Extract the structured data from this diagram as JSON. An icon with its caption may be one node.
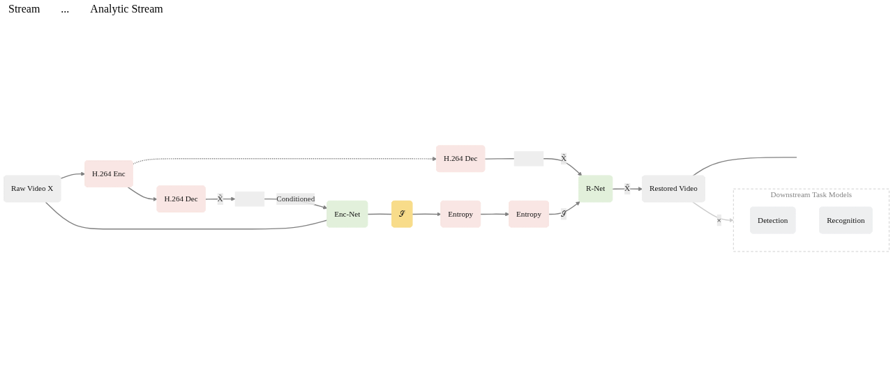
{
  "diagram": {
    "nodes": [
      {
        "text": [
          "Raw Video X"
        ]
      },
      {
        "text": [
          "H.264 Enc"
        ]
      },
      {
        "text": [
          "H.264 Dec"
        ]
      },
      {
        "text": [],
        "shape": "box"
      },
      {
        "text": [
          "Enc-Net"
        ]
      },
      {
        "text": [
          "𝒮"
        ]
      },
      {
        "text": [
          "Entropy"
        ]
      },
      {
        "text": [
          "H.264 Dec"
        ]
      },
      {
        "text": [],
        "shape": "box"
      },
      {
        "text": [
          "R-Net"
        ]
      },
      {
        "text": [
          "Entropy"
        ]
      },
      {
        "text": [
          "Restored Video"
        ]
      },
      {
        "text": [
          "Downstream Task Models"
        ]
      },
      {
        "text": [
          "Detection"
        ],
        "in": 12
      },
      {
        "text": [
          "Recognition"
        ],
        "in": 12
      }
    ],
    "edges": [
      {
        "from": 0,
        "to": 1,
        "arrow": "to"
      },
      {
        "from": 1,
        "to": 2,
        "arrow": "to"
      },
      {
        "from": 2,
        "to": 3,
        "arrow": "to",
        "label": "X̃"
      },
      {
        "from": 3,
        "to": 4,
        "arrow": "to",
        "label": "Conditioned"
      },
      {
        "from": 0,
        "to": 4,
        "arrow": "none"
      },
      {
        "from": 4,
        "to": 5,
        "arrow": "none"
      },
      {
        "from": 5,
        "to": 6,
        "arrow": "to"
      },
      {
        "from": 6,
        "to": 10,
        "arrow": "to"
      },
      {
        "from": 1,
        "to": 7,
        "arrow": "to",
        "style": "dashed"
      },
      {
        "from": 7,
        "to": 8,
        "arrow": "none"
      },
      {
        "from": 8,
        "to": 9,
        "arrow": "to",
        "label": "X̃"
      },
      {
        "from": 10,
        "to": 9,
        "arrow": "to",
        "label": "𝒮"
      },
      {
        "from": 9,
        "to": 11,
        "arrow": "to",
        "label": "X̂"
      },
      {
        "from": 11,
        "to": 12,
        "arrow": "to",
        "label": "×",
        "color": "#cccccc"
      },
      {
        "from": 11,
        "to": null,
        "arrow": "none"
      }
    ],
    "labels": [
      "Stream",
      "...",
      "Analytic Stream"
    ]
  }
}
